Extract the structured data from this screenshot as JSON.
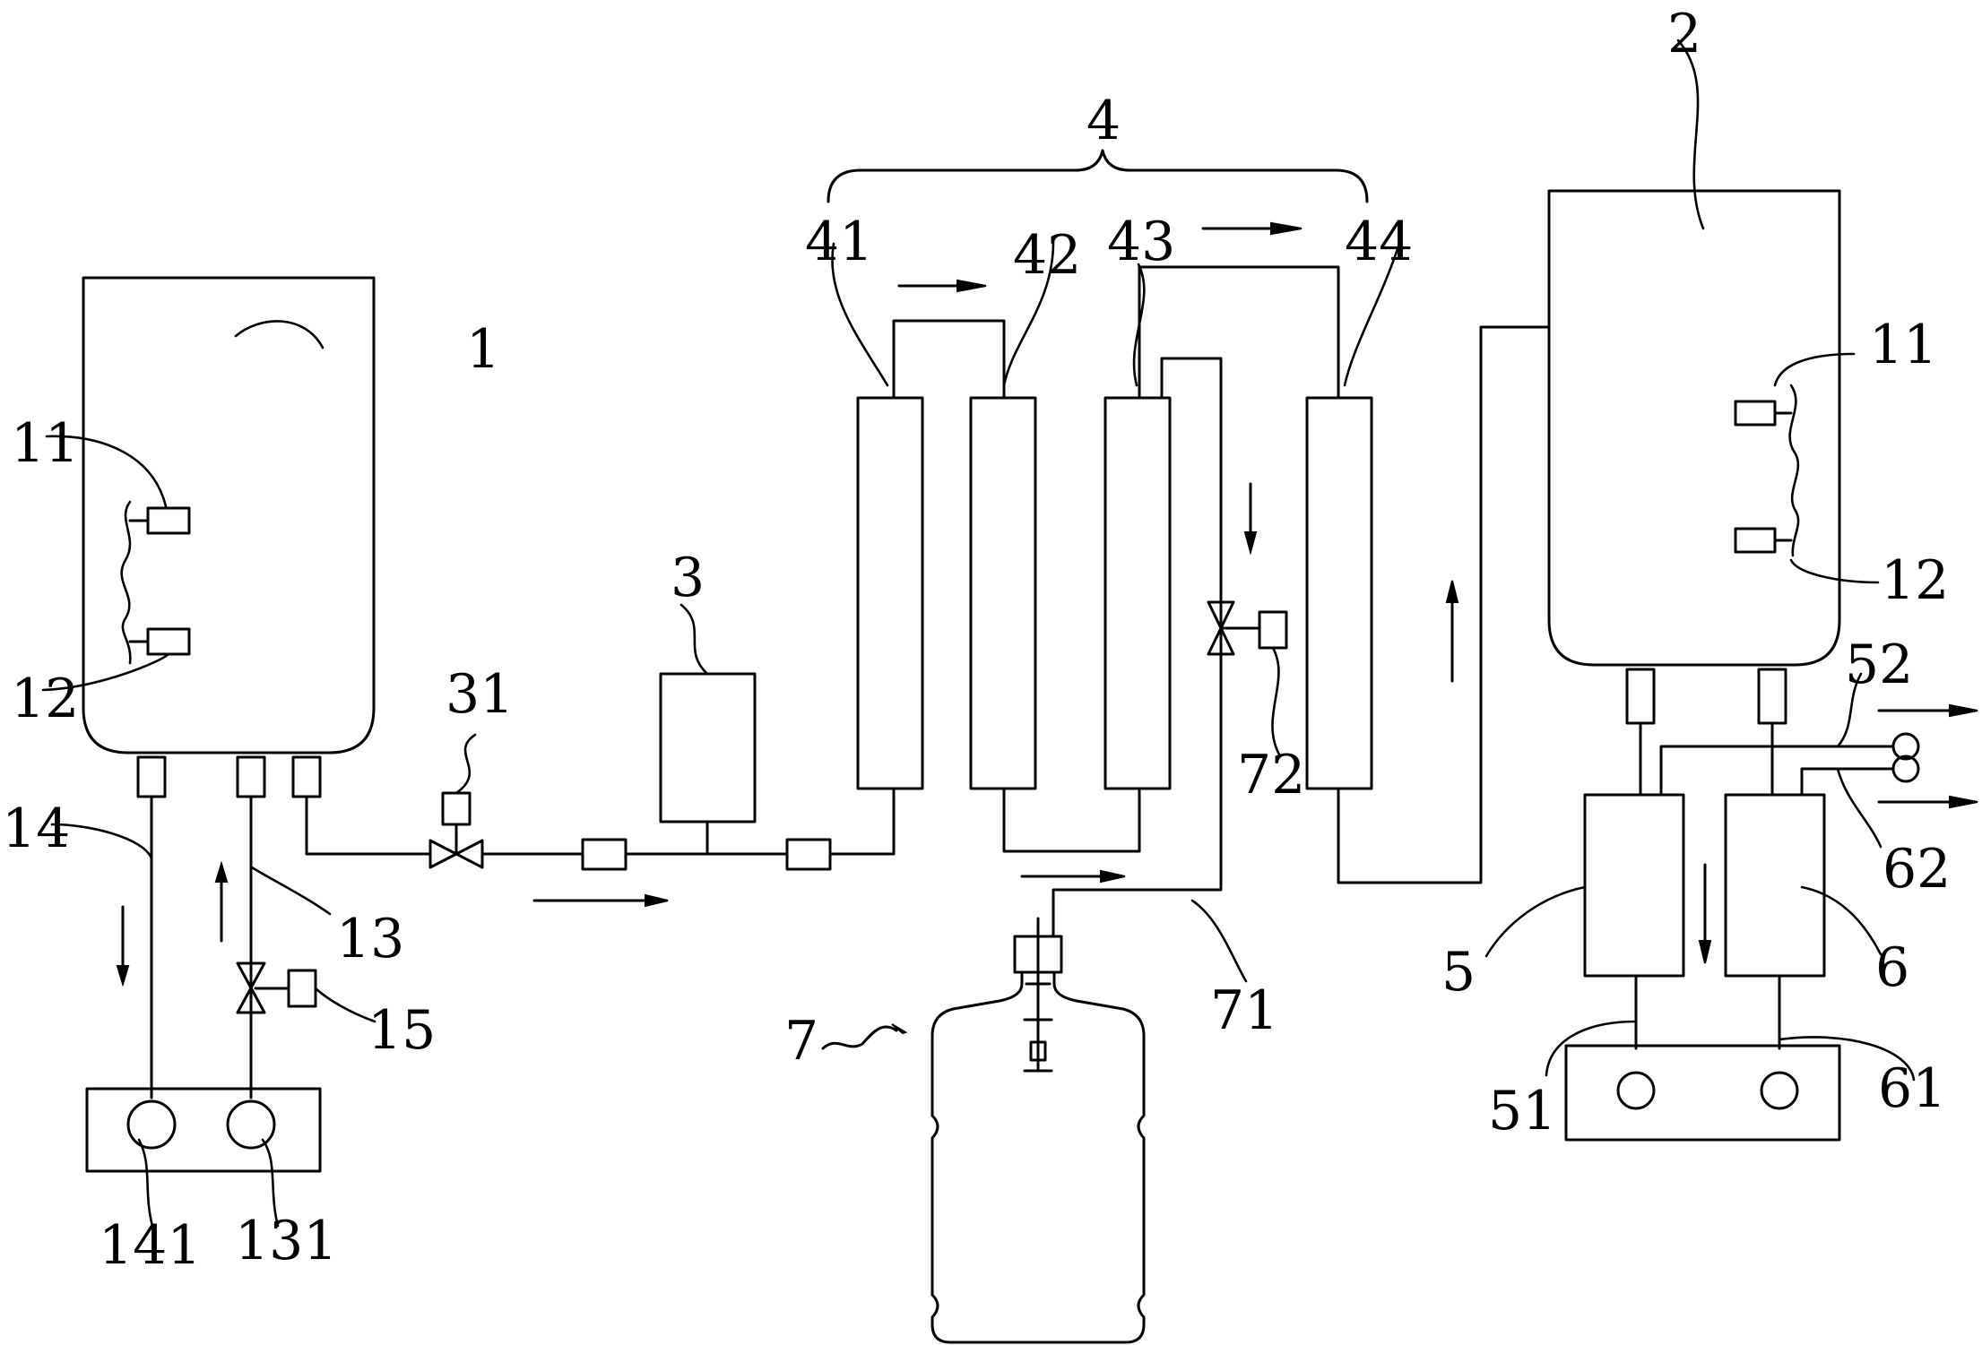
{
  "labels": {
    "tank_left": "1",
    "tank_right": "2",
    "unit_3": "3",
    "filter_group": "4",
    "unit_5": "5",
    "unit_6": "6",
    "bottle": "7",
    "sensor_11_left": "11",
    "sensor_12_left": "12",
    "pipe_13": "13",
    "pipe_14": "14",
    "valve_15": "15",
    "valve_31": "31",
    "filter_41": "41",
    "filter_42": "42",
    "filter_43": "43",
    "filter_44": "44",
    "pipe_51": "51",
    "outlet_52": "52",
    "pipe_61": "61",
    "outlet_62": "62",
    "pipe_71": "71",
    "valve_72": "72",
    "pump_131": "131",
    "pump_141": "141",
    "sensor_11_right": "11",
    "sensor_12_right": "12"
  }
}
